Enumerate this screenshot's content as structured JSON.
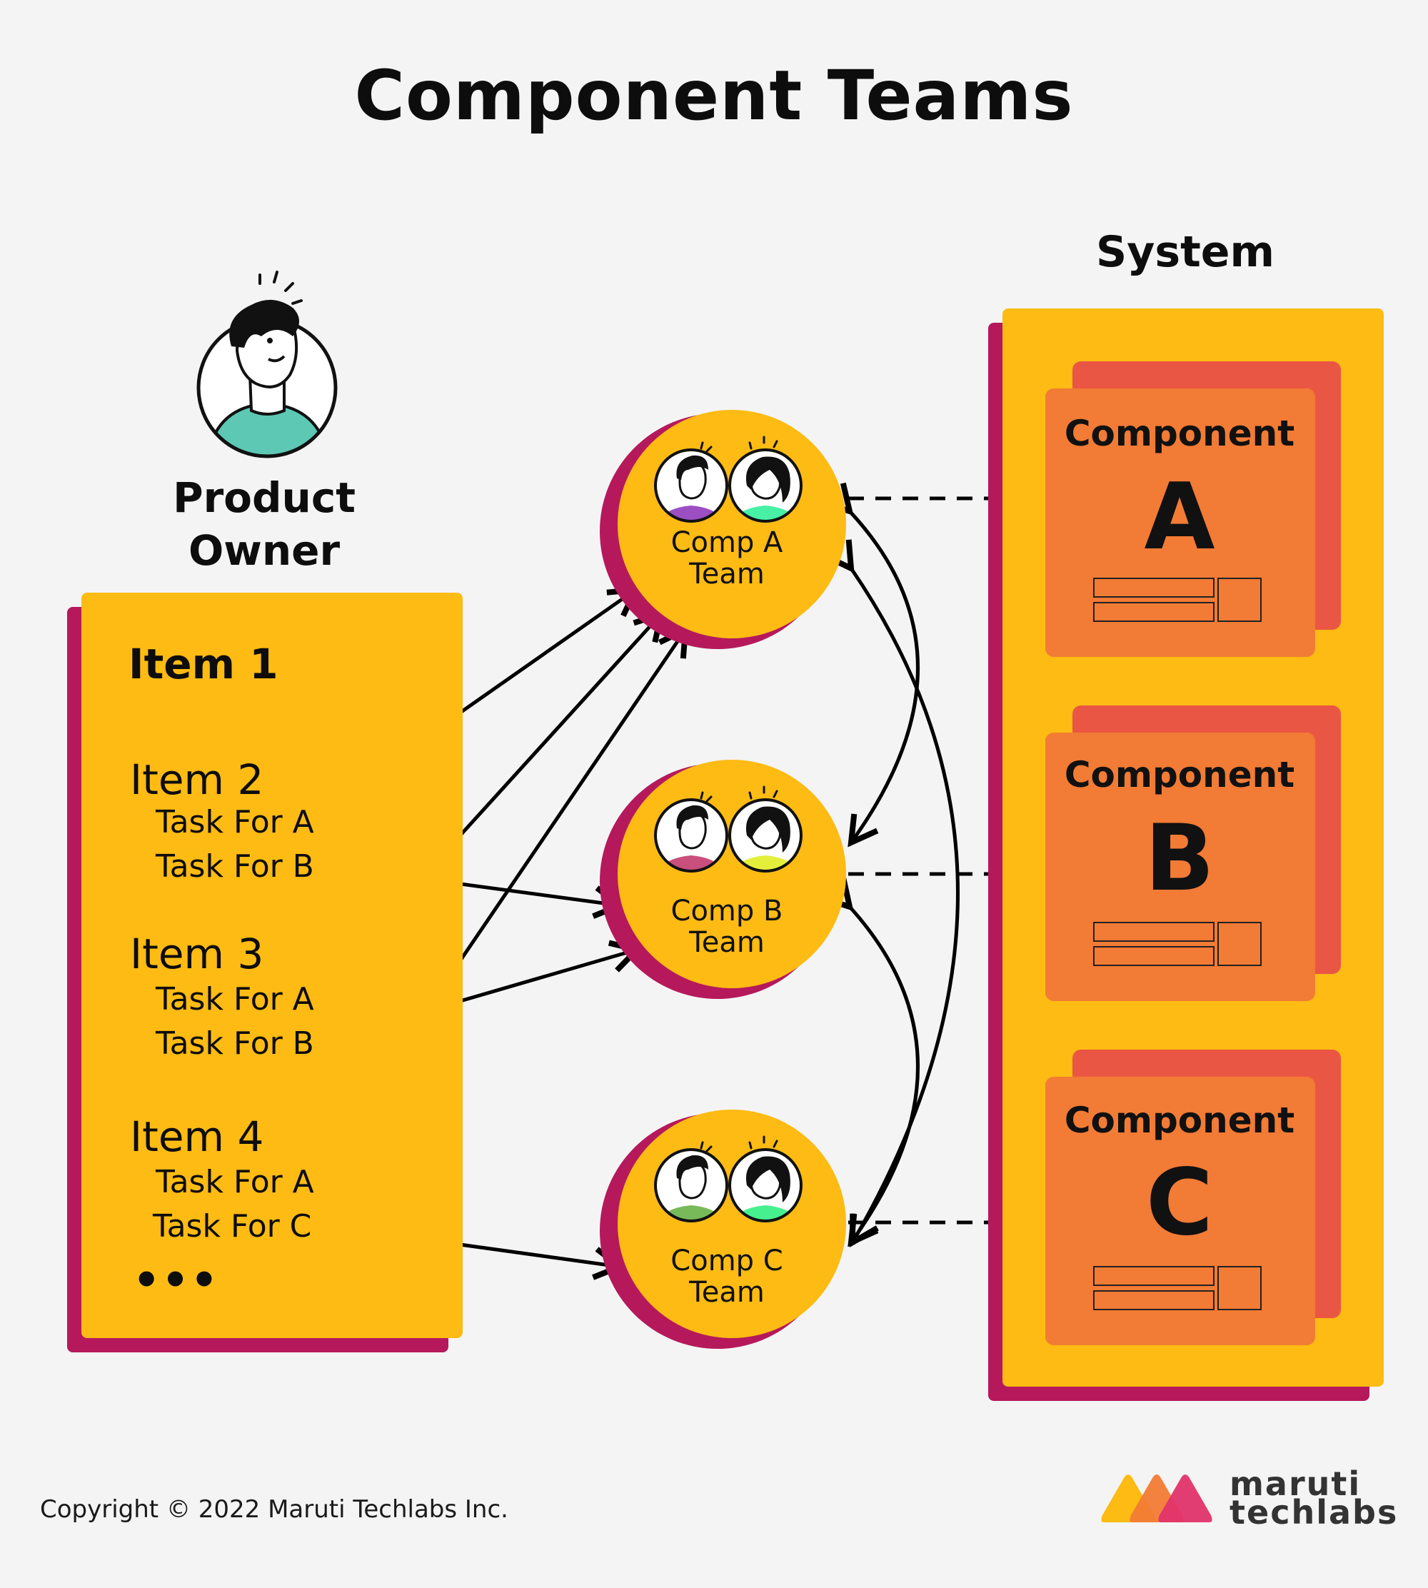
{
  "title": "Component Teams",
  "system_label": "System",
  "product_owner": {
    "line1": "Product",
    "line2": "Owner",
    "icon": "product-owner-avatar-icon"
  },
  "backlog": {
    "item1": "Item 1",
    "item2": {
      "label": "Item 2",
      "tasks": [
        "Task For A",
        "Task For B"
      ]
    },
    "item3": {
      "label": "Item 3",
      "tasks": [
        "Task For A",
        "Task For B"
      ]
    },
    "item4": {
      "label": "Item 4",
      "tasks": [
        "Task For A",
        "Task For C"
      ]
    },
    "more": "•••"
  },
  "teams": [
    {
      "line1": "Comp A",
      "line2": "Team"
    },
    {
      "line1": "Comp B",
      "line2": "Team"
    },
    {
      "line1": "Comp C",
      "line2": "Team"
    }
  ],
  "components": [
    {
      "title": "Component",
      "letter": "A"
    },
    {
      "title": "Component",
      "letter": "B"
    },
    {
      "title": "Component",
      "letter": "C"
    }
  ],
  "copyright": "Copyright © 2022 Maruti Techlabs Inc.",
  "logo": {
    "line1": "maruti",
    "line2": "techlabs"
  },
  "colors": {
    "background": "#f4f4f4",
    "yellow": "#fdbb13",
    "magenta_shadow": "#b5195b",
    "component_orange": "#f27b35",
    "component_red": "#ea5644"
  }
}
